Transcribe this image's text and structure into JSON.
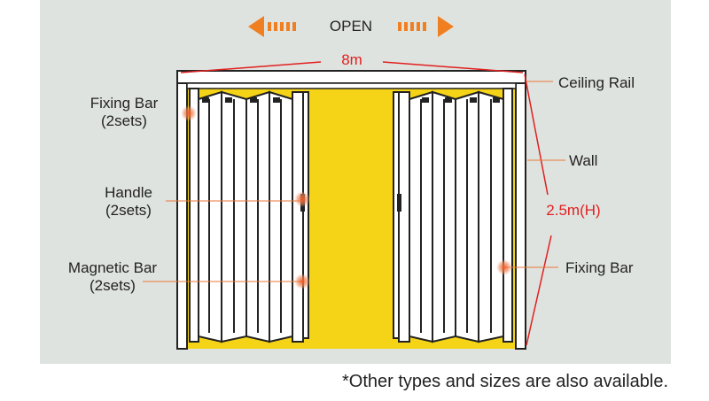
{
  "colors": {
    "panel_bg": "#dfe3df",
    "floor_opening": "#f5d418",
    "arrow": "#f07f22",
    "dimension": "#e02020",
    "label_line": "#e8773a"
  },
  "header": {
    "open_label": "OPEN",
    "left_arrow_icon": "arrow-left-icon",
    "right_arrow_icon": "arrow-right-icon"
  },
  "dimensions": {
    "width": "8m",
    "height": "2.5m(H)"
  },
  "labels": {
    "fixing_bar_left_line1": "Fixing Bar",
    "fixing_bar_left_line2": "(2sets)",
    "handle_line1": "Handle",
    "handle_line2": "(2sets)",
    "magnetic_bar_line1": "Magnetic Bar",
    "magnetic_bar_line2": "(2sets)",
    "ceiling_rail": "Ceiling Rail",
    "wall": "Wall",
    "fixing_bar_right": "Fixing Bar"
  },
  "footnote": "*Other types and sizes are also available."
}
